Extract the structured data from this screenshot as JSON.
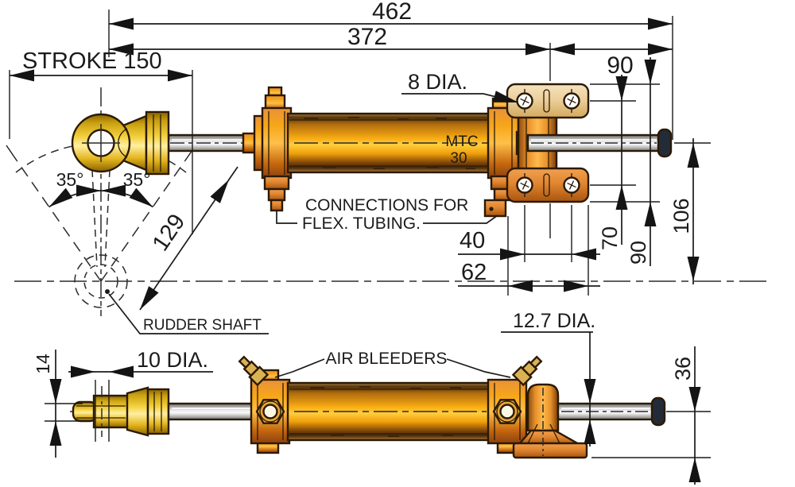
{
  "drawing": {
    "views": {
      "top": {
        "product_label_line1": "MTC",
        "product_label_line2": "30",
        "dim_overall": "462",
        "dim_cylinder_length": "372",
        "dim_rod_extension": "90",
        "dim_stroke": "STROKE 150",
        "dim_mount_hole": "8 DIA.",
        "dim_angle_left": "35°",
        "dim_angle_right": "35°",
        "dim_arm_radius": "129",
        "note_connections_1": "CONNECTIONS FOR",
        "note_connections_2": "FLEX. TUBING.",
        "dim_hole_spacing": "40",
        "dim_flange_width": "62",
        "dim_hole_gap_vertical": "70",
        "dim_flange_height": "90",
        "dim_axis_height": "106",
        "note_rudder_shaft": "RUDDER SHAFT"
      },
      "bottom": {
        "dim_pin_dia": "10 DIA.",
        "note_air_bleeders": "AIR BLEEDERS",
        "dim_rod_dia": "12.7 DIA.",
        "dim_clevis_slot": "14",
        "dim_base_height": "36"
      }
    },
    "colors": {
      "cylinder_orange": "#f7a70f",
      "brass_gold": "#f0cc3c",
      "rod_gray": "#c9c9c9",
      "flange_tan": "#ecd09b",
      "bracket_orange": "#e08630",
      "outline_ink": "#2b1a04",
      "dimension_ink": "#1b1b1b"
    }
  }
}
